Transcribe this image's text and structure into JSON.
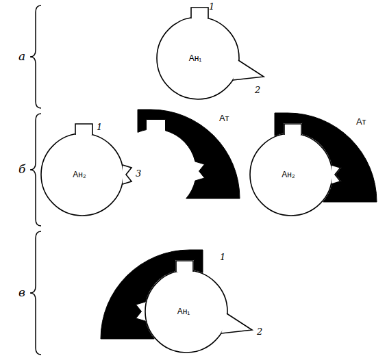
{
  "diagram": {
    "nodes": [
      {
        "text": [
          "Ан₁"
        ]
      },
      {
        "text": [
          "Ан₂"
        ]
      },
      {
        "text": [
          "Ат"
        ]
      },
      {
        "text": [
          "Ат"
        ]
      },
      {
        "text": [
          "Ан₂"
        ]
      },
      {
        "text": [
          "Ан₁"
        ]
      }
    ],
    "labels": [
      "а",
      "1",
      "2",
      "б",
      "1",
      "3",
      "в",
      "1",
      "2"
    ]
  }
}
